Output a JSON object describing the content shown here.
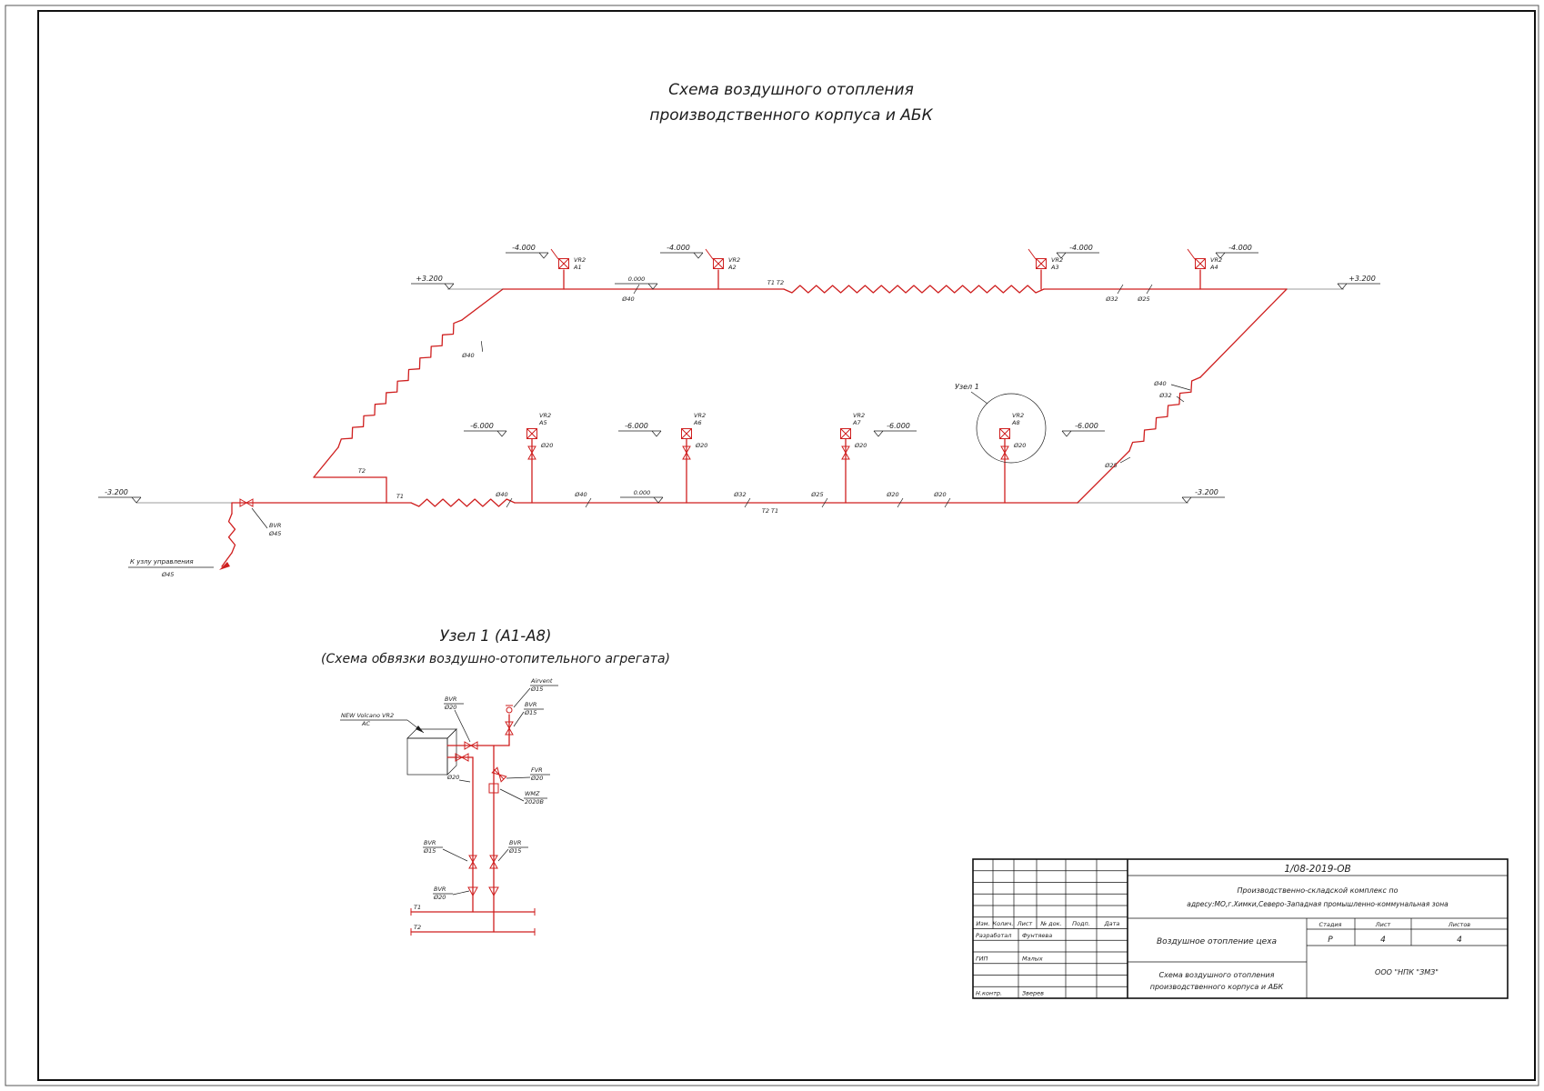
{
  "page": {
    "main_title_line1": "Схема воздушного отопления",
    "main_title_line2": "производственного корпуса и АБК"
  },
  "scheme": {
    "units": {
      "name": "VR2",
      "top_tags": [
        "А1",
        "А2",
        "А3",
        "А4"
      ],
      "mid_tags": [
        "А5",
        "А6",
        "А7",
        "А8"
      ]
    },
    "elevations": {
      "minus4": "-4.000",
      "plus32": "+3.200",
      "minus6": "-6.000",
      "minus32": "-3.200",
      "zero": "0.000"
    },
    "pipes": {
      "t1": "Т1",
      "t2": "Т2",
      "t1t2": "Т1 Т2",
      "t2t1": "Т2 Т1"
    },
    "dn": {
      "d45": "Ø45",
      "d40": "Ø40",
      "d32": "Ø32",
      "d25": "Ø25",
      "d20": "Ø20"
    },
    "bvr_label": "BVR",
    "to_control": "К узлу управления",
    "node_callout": "Узел 1"
  },
  "node1": {
    "title_line1": "Узел 1 (А1-А8)",
    "title_line2": "(Схема обвязки воздушно-отопительного агрегата)",
    "labels": {
      "unit_line1": "NEW Volcano VR2",
      "unit_line2": "AC",
      "bvr": "BVR",
      "fvr": "FVR",
      "airvent": "Airvent",
      "wmz1": "WMZ",
      "wmz2": "2020В",
      "d20": "Ø20",
      "d15": "Ø15",
      "t1": "Т1",
      "t2": "Т2"
    }
  },
  "title_block": {
    "doc_number": "1/08-2019-ОВ",
    "object_line1": "Производственно-складской комплекс по",
    "object_line2": "адресу:МО,г.Химки,Северо-Западная промышленно-коммунальная зона",
    "columns": [
      "Изм.",
      "Колич.",
      "Лист",
      "№ док.",
      "Подп.",
      "Дата"
    ],
    "roles": [
      {
        "role": "Разработал",
        "name": "Фунтяева"
      },
      {
        "role": "ГИП",
        "name": "Малых"
      },
      {
        "role": "Н.контр.",
        "name": "Зверев"
      }
    ],
    "section_title": "Воздушное отопление цеха",
    "stage_label": "Стадия",
    "sheet_label": "Лист",
    "sheets_label": "Листов",
    "stage": "Р",
    "sheet": "4",
    "sheets": "4",
    "drawing_name_line1": "Схема воздушного отопления",
    "drawing_name_line2": "производственного корпуса и АБК",
    "company": "ООО \"НПК \"ЗМЗ\""
  }
}
